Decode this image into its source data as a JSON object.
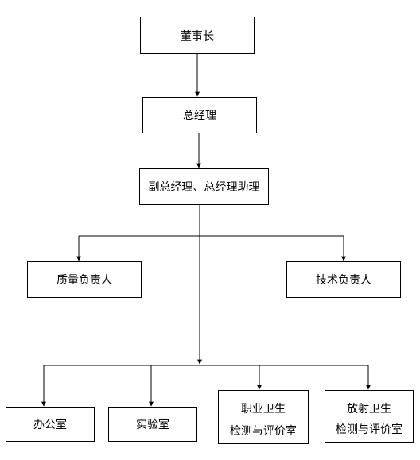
{
  "nodes": {
    "chairman": "董事长",
    "general_manager": "总经理",
    "deputy_gm": "副总经理、总经理助理",
    "quality_lead": "质量负责人",
    "tech_lead": "技术负责人",
    "office": "办公室",
    "laboratory": "实验室",
    "occupational_health": {
      "line1": "职业卫生",
      "line2": "检测与评价室"
    },
    "radiation_health": {
      "line1": "放射卫生",
      "line2": "检测与评价室"
    }
  }
}
